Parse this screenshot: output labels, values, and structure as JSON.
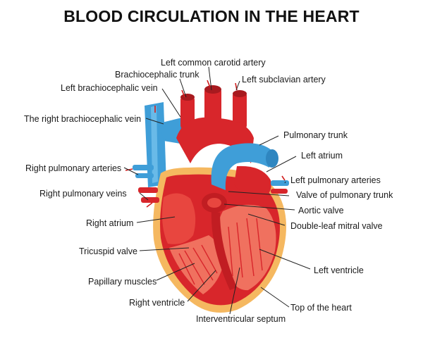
{
  "title": "BLOOD CIRCULATION IN THE HEART",
  "labels": {
    "left_common_carotid_artery": "Left common carotid artery",
    "brachiocephalic_trunk": "Brachiocephalic trunk",
    "left_subclavian_artery": "Left subclavian artery",
    "left_brachiocephalic_vein": "Left brachiocephalic vein",
    "right_brachiocephalic_vein": "The right brachiocephalic vein",
    "pulmonary_trunk": "Pulmonary trunk",
    "left_atrium": "Left atrium",
    "right_pulmonary_arteries": "Right pulmonary arteries",
    "left_pulmonary_arteries": "Left pulmonary arteries",
    "right_pulmonary_veins": "Right pulmonary veins",
    "valve_of_pulmonary_trunk": "Valve of pulmonary trunk",
    "aortic_valve": "Aortic valve",
    "right_atrium": "Right atrium",
    "double_leaf_mitral_valve": "Double-leaf mitral valve",
    "tricuspid_valve": "Tricuspid valve",
    "left_ventricle": "Left ventricle",
    "papillary_muscles": "Papillary muscles",
    "right_ventricle": "Right ventricle",
    "top_of_the_heart": "Top of the heart",
    "interventricular_septum": "Interventricular septum"
  },
  "colors": {
    "artery_red": "#d8262b",
    "artery_dark": "#a81a1f",
    "vein_blue": "#3f9ed8",
    "vein_light": "#7cc6ef",
    "fat_yellow": "#f5b860",
    "chamber_inner": "#e8463f",
    "muscle_pink": "#f0715f",
    "leader_line": "#222222",
    "arrow_red": "#d01c1c"
  }
}
